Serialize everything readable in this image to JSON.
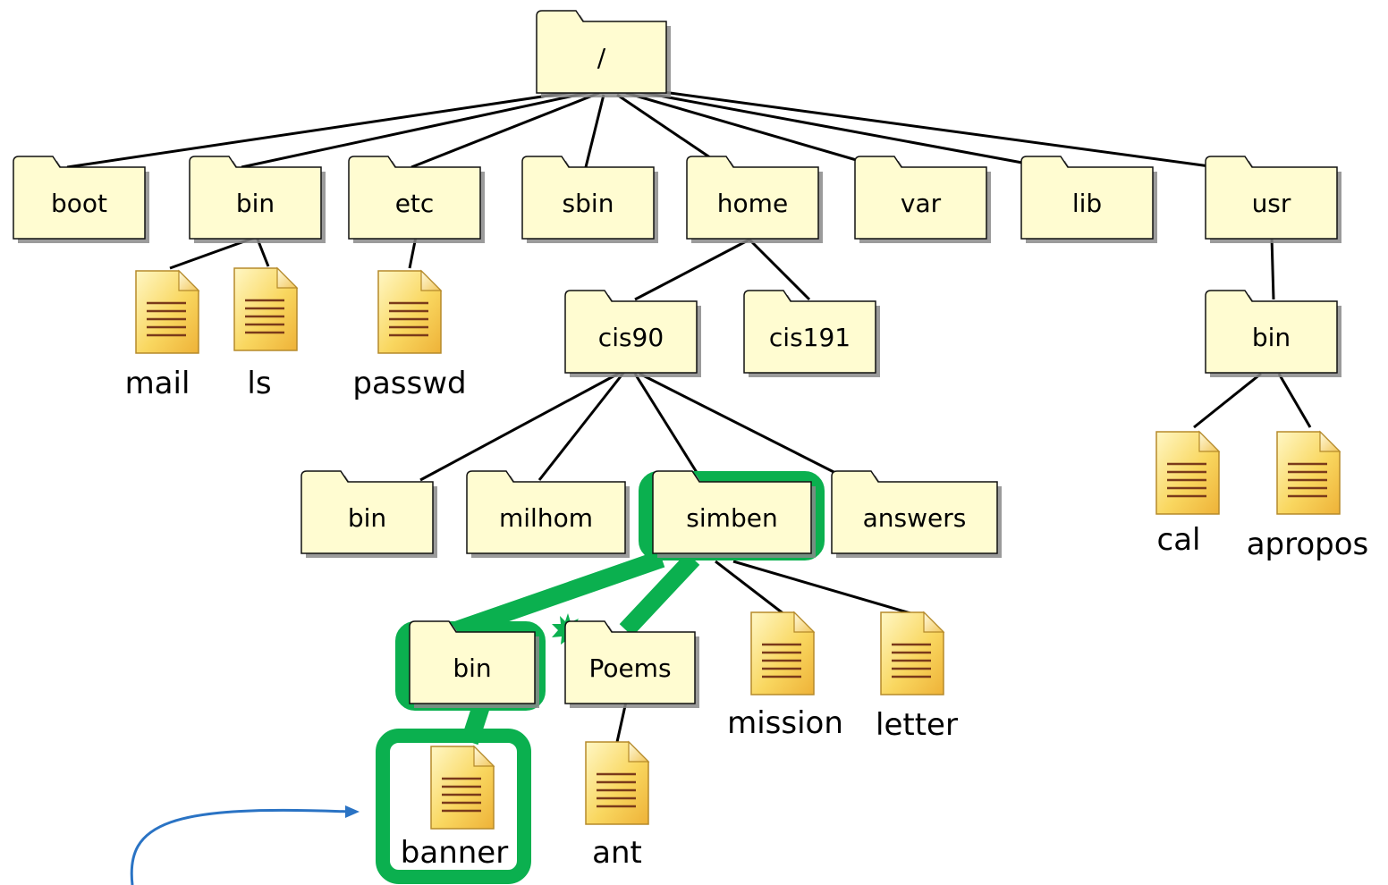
{
  "tree": {
    "root": "/",
    "folders": {
      "boot": "boot",
      "bin": "bin",
      "etc": "etc",
      "sbin": "sbin",
      "home": "home",
      "var": "var",
      "lib": "lib",
      "usr": "usr",
      "cis90": "cis90",
      "cis191": "cis191",
      "usr_bin": "bin",
      "cis90_bin": "bin",
      "milhom": "milhom",
      "simben": "simben",
      "answers": "answers",
      "simben_bin": "bin",
      "poems": "Poems"
    },
    "files": {
      "mail": "mail",
      "ls": "ls",
      "passwd": "passwd",
      "cal": "cal",
      "apropos": "apropos",
      "mission": "mission",
      "letter": "letter",
      "banner": "banner",
      "ant": "ant"
    }
  },
  "colors": {
    "folder_fill": "#fffcd1",
    "folder_shadow": "#8a8a8a",
    "path_highlight": "#0bb04f",
    "arrow": "#2a73c4",
    "file_fill": "#f7d25e",
    "file_lines": "#7a3a1a"
  },
  "icons": {
    "folder": "folder-icon",
    "file": "text-file-icon",
    "starburst": "starburst-icon",
    "arrow": "curved-arrow-icon"
  }
}
